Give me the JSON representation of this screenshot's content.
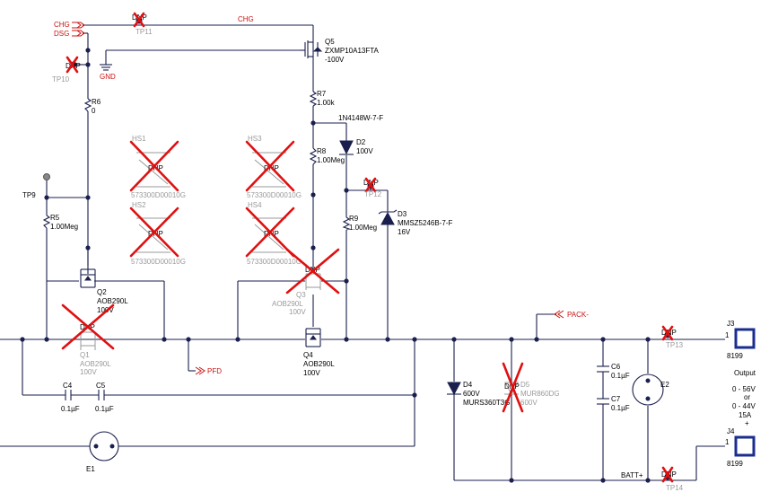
{
  "labels": {
    "chg_left": "CHG",
    "dsg_left": "DSG",
    "chg_top": "CHG",
    "gnd": "GND",
    "pack_minus": "PACK-",
    "pfd": "PFD",
    "batt_plus": "BATT+",
    "tp9": "TP9"
  },
  "testpoints": [
    {
      "id": "tp11",
      "mark": "DNP",
      "ref": "TP11"
    },
    {
      "id": "tp10",
      "mark": "DNP",
      "ref": "TP10"
    },
    {
      "id": "tp12",
      "mark": "DNP",
      "ref": "TP12"
    },
    {
      "id": "tp13",
      "mark": "DNP",
      "ref": "TP13"
    },
    {
      "id": "tp14",
      "mark": "DNP",
      "ref": "TP14"
    }
  ],
  "heatsinks": [
    {
      "id": "hs1",
      "ref": "HS1",
      "mark": "DNP",
      "part": "573300D00010G"
    },
    {
      "id": "hs2",
      "ref": "HS2",
      "mark": "DNP",
      "part": "573300D00010G"
    },
    {
      "id": "hs3",
      "ref": "HS3",
      "mark": "DNP",
      "part": "573300D00010G"
    },
    {
      "id": "hs4",
      "ref": "HS4",
      "mark": "DNP",
      "part": "573300D00010G"
    }
  ],
  "components": {
    "q5": {
      "ref": "Q5",
      "part": "ZXMP10A13FTA",
      "value": "-100V"
    },
    "r7": {
      "ref": "R7",
      "value": "1.00k"
    },
    "d2": {
      "ref": "D2",
      "part": "1N4148W-7-F",
      "value": "100V"
    },
    "r8": {
      "ref": "R8",
      "value": "1.00Meg"
    },
    "r9": {
      "ref": "R9",
      "value": "1.00Meg"
    },
    "d3": {
      "ref": "D3",
      "part": "MMSZ5246B-7-F",
      "value": "16V"
    },
    "r6": {
      "ref": "R6",
      "value": "0"
    },
    "r5": {
      "ref": "R5",
      "value": "1.00Meg"
    },
    "q2": {
      "ref": "Q2",
      "part": "AOB290L",
      "value": "100V"
    },
    "q1": {
      "ref": "Q1",
      "part": "AOB290L",
      "value": "100V",
      "mark": "DNP"
    },
    "q3": {
      "ref": "Q3",
      "part": "AOB290L",
      "value": "100V",
      "mark": "DNP"
    },
    "q4": {
      "ref": "Q4",
      "part": "AOB290L",
      "value": "100V"
    },
    "c4": {
      "ref": "C4",
      "value": "0.1µF"
    },
    "c5": {
      "ref": "C5",
      "value": "0.1µF"
    },
    "e1": {
      "ref": "E1"
    },
    "d4": {
      "ref": "D4",
      "value": "600V",
      "part": "MURS360T3G"
    },
    "d5": {
      "ref": "D5",
      "part": "MUR860DG",
      "value": "600V",
      "mark": "DNP"
    },
    "c6": {
      "ref": "C6",
      "value": "0.1µF"
    },
    "c7": {
      "ref": "C7",
      "value": "0.1µF"
    },
    "e2": {
      "ref": "E2"
    },
    "j3": {
      "ref": "J3",
      "pin": "1",
      "part": "8199"
    },
    "j4": {
      "ref": "J4",
      "pin": "1",
      "part": "8199"
    }
  },
  "output_note": {
    "line1": "Output",
    "line2": "0 - 56V",
    "line3": "or",
    "line4": "0 - 44V",
    "line5": "15A",
    "line6": "+"
  },
  "colors": {
    "wire": "#1a1f4d",
    "dnp_cross": "#e01010",
    "net_label": "#cc1111",
    "dnp_text": "#9a9a9a",
    "connector": "#1a2e8f"
  }
}
